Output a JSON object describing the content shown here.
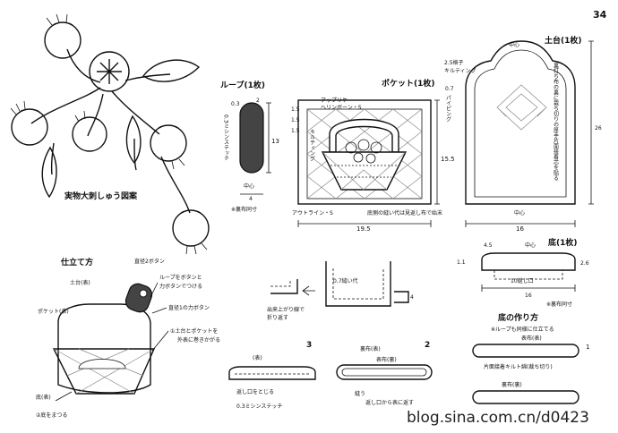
{
  "page_number": "34",
  "motif": {
    "title": "実物大刺しゅう図案"
  },
  "loop": {
    "title": "ループ(1枚)",
    "stitch": "0.3ミシンステッチ",
    "dim_height": "13",
    "dim_width": "4",
    "dim_top": "2",
    "center": "中心",
    "note": "※裏布同寸"
  },
  "pocket": {
    "title": "ポケット(1枚)",
    "herringbone": "ヘリンボーン・S",
    "applique": "アップリケ",
    "quilting": "キルティング",
    "margin_a": "1.5",
    "margin_b": "1.5",
    "margin_c": "1.5",
    "dim_height": "15.5",
    "dim_width": "19.5",
    "outline": "アウトライン・S",
    "bottom_note": "底側の縫い代は見返し布で始末"
  },
  "base": {
    "title": "土台(1枚)",
    "grid": "2.5格子",
    "quilting": "キルティング",
    "piping_size": "0.7",
    "piping": "パイピング",
    "note": "裏打ち布の裏に裁ち切りの厚手片面接着芯を貼る",
    "center_top": "中心",
    "center_bottom": "中心",
    "dim_height": "26",
    "dim_width": "16"
  },
  "bottom": {
    "title": "底(1枚)",
    "dim_top": "4.5",
    "center": "中心",
    "dim_left": "1.1",
    "dim_right": "2.6",
    "opening": "10返し口",
    "dim_width": "16",
    "note": "※裏布同寸"
  },
  "assembly": {
    "title": "仕立て方",
    "button_note": "直径2ボタン",
    "loop_note_1": "ループをボタンと",
    "loop_note_2": "力ボタンでつける",
    "base_label": "土台(表)",
    "force_button": "直径1の力ボタン",
    "pocket_label": "ポケット(表)",
    "wrap_note_1": "①土台とポケットを",
    "wrap_note_2": "外表に巻きかがる",
    "bottom_label": "底(表)",
    "blind_note": "②底をまつる"
  },
  "fold": {
    "fold_note_1": "出来上がり線で",
    "fold_note_2": "折り返す",
    "seam": "0.7縫い代",
    "dim": "4"
  },
  "bottom_howto": {
    "title": "底の作り方",
    "loop_note": "※ループも同様に仕立てる",
    "face_label": "表布(表)",
    "step_1": "1",
    "quilt_note": "片面接着キルト綿(裁ち切り)",
    "back_label": "裏布(裏)"
  },
  "step2": {
    "step": "2",
    "back_face": "裏布(表)",
    "front_back": "表布(裏)",
    "sew": "縫う",
    "turn": "返し口から表に返す"
  },
  "step3": {
    "step": "3",
    "face": "(表)",
    "close": "返し口をとじる",
    "stitch": "0.3ミシンステッチ"
  },
  "watermark": "blog.sina.com.cn/d0423"
}
